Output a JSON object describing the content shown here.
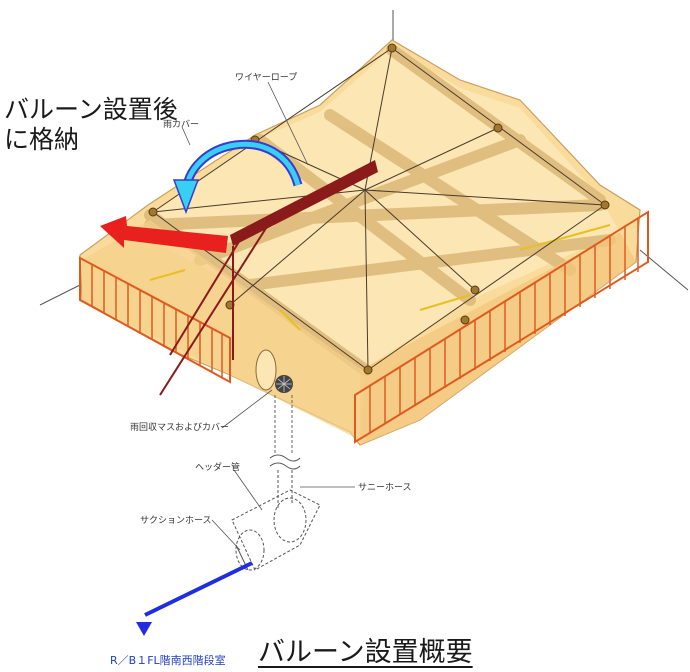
{
  "callout": {
    "line1": "バルーン設置後",
    "line2": "に格納"
  },
  "labels": {
    "wire_rope": "ワイヤーロープ",
    "rain_cover": "雨カバー",
    "rain_box": "雨回収マスおよびカバー",
    "header_pipe": "ヘッダー管",
    "sunny_hose": "サニーホース",
    "suction_hose": "サクションホース"
  },
  "title": "バルーン設置概要",
  "destination": "R／B１FL階南西階段室",
  "colors": {
    "balloon_fill": "#f9dc9c",
    "balloon_edge": "#c8a060",
    "fence": "#e05a20",
    "red_arrow": "#e8201e",
    "blue_arrow": "#1e2ee0",
    "cyan_arrow": "#38d0f0",
    "pole": "#8b1a1a"
  }
}
